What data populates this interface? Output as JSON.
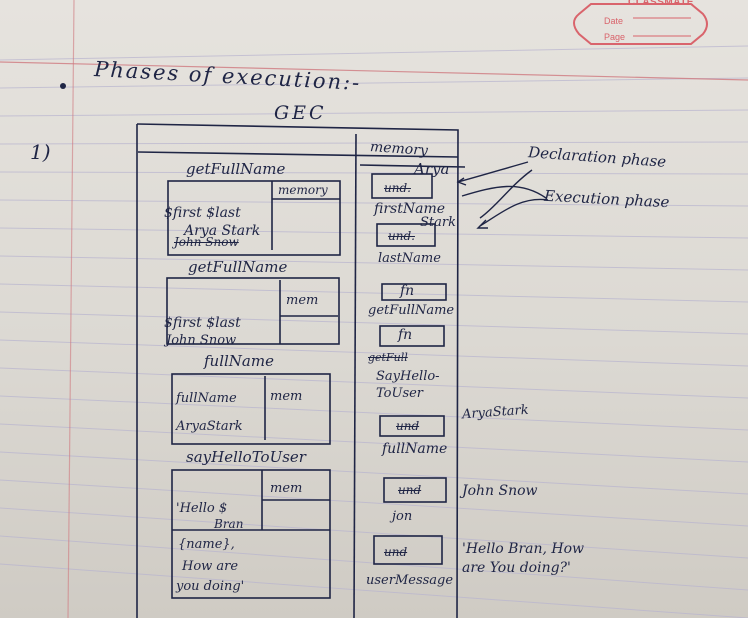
{
  "header": {
    "brand": "CLASSMATE",
    "date_label": "Date",
    "page_label": "Page"
  },
  "notes": {
    "title": "Phases of execution:-",
    "item_number": "1)",
    "gec_label": "GEC",
    "memory_header": "memory",
    "globals": {
      "arya": "Arya",
      "und_1": "und.",
      "first_name": "firstName",
      "stark": "Stark",
      "und_2": "und.",
      "last_name": "lastName",
      "fn_box": "fn",
      "get_full_name": "getFullName",
      "fn_box_2": "fn",
      "get_full_struck": "getFull",
      "say_hello_to_user": "SayHello-ToUser",
      "und_3": "und",
      "full_name": "fullName",
      "und_4": "und",
      "jon": "jon",
      "und_5": "und",
      "user_message": "userMessage"
    },
    "annotations": {
      "declaration_phase": "Declaration phase",
      "execution_phase": "Execution phase",
      "arya_stark": "AryaStark",
      "john_snow": "John Snow",
      "hello_bran": "'Hello Bran, How are You doing?'"
    },
    "contexts": [
      {
        "title": "getFullName",
        "memory": "memory",
        "params": "$first $last",
        "value": "Arya Stark",
        "struck": "John Snow"
      },
      {
        "title": "getFullName",
        "memory": "mem",
        "params": "$first $last",
        "value": "John Snow"
      },
      {
        "title": "fullName",
        "left_label": "fullName",
        "memory": "mem",
        "value": "AryaStark"
      },
      {
        "title": "sayHelloToUser",
        "memory": "mem",
        "lines": [
          "'Hello $",
          "Bran",
          "{name},",
          "How are",
          "you doing'"
        ]
      }
    ]
  }
}
